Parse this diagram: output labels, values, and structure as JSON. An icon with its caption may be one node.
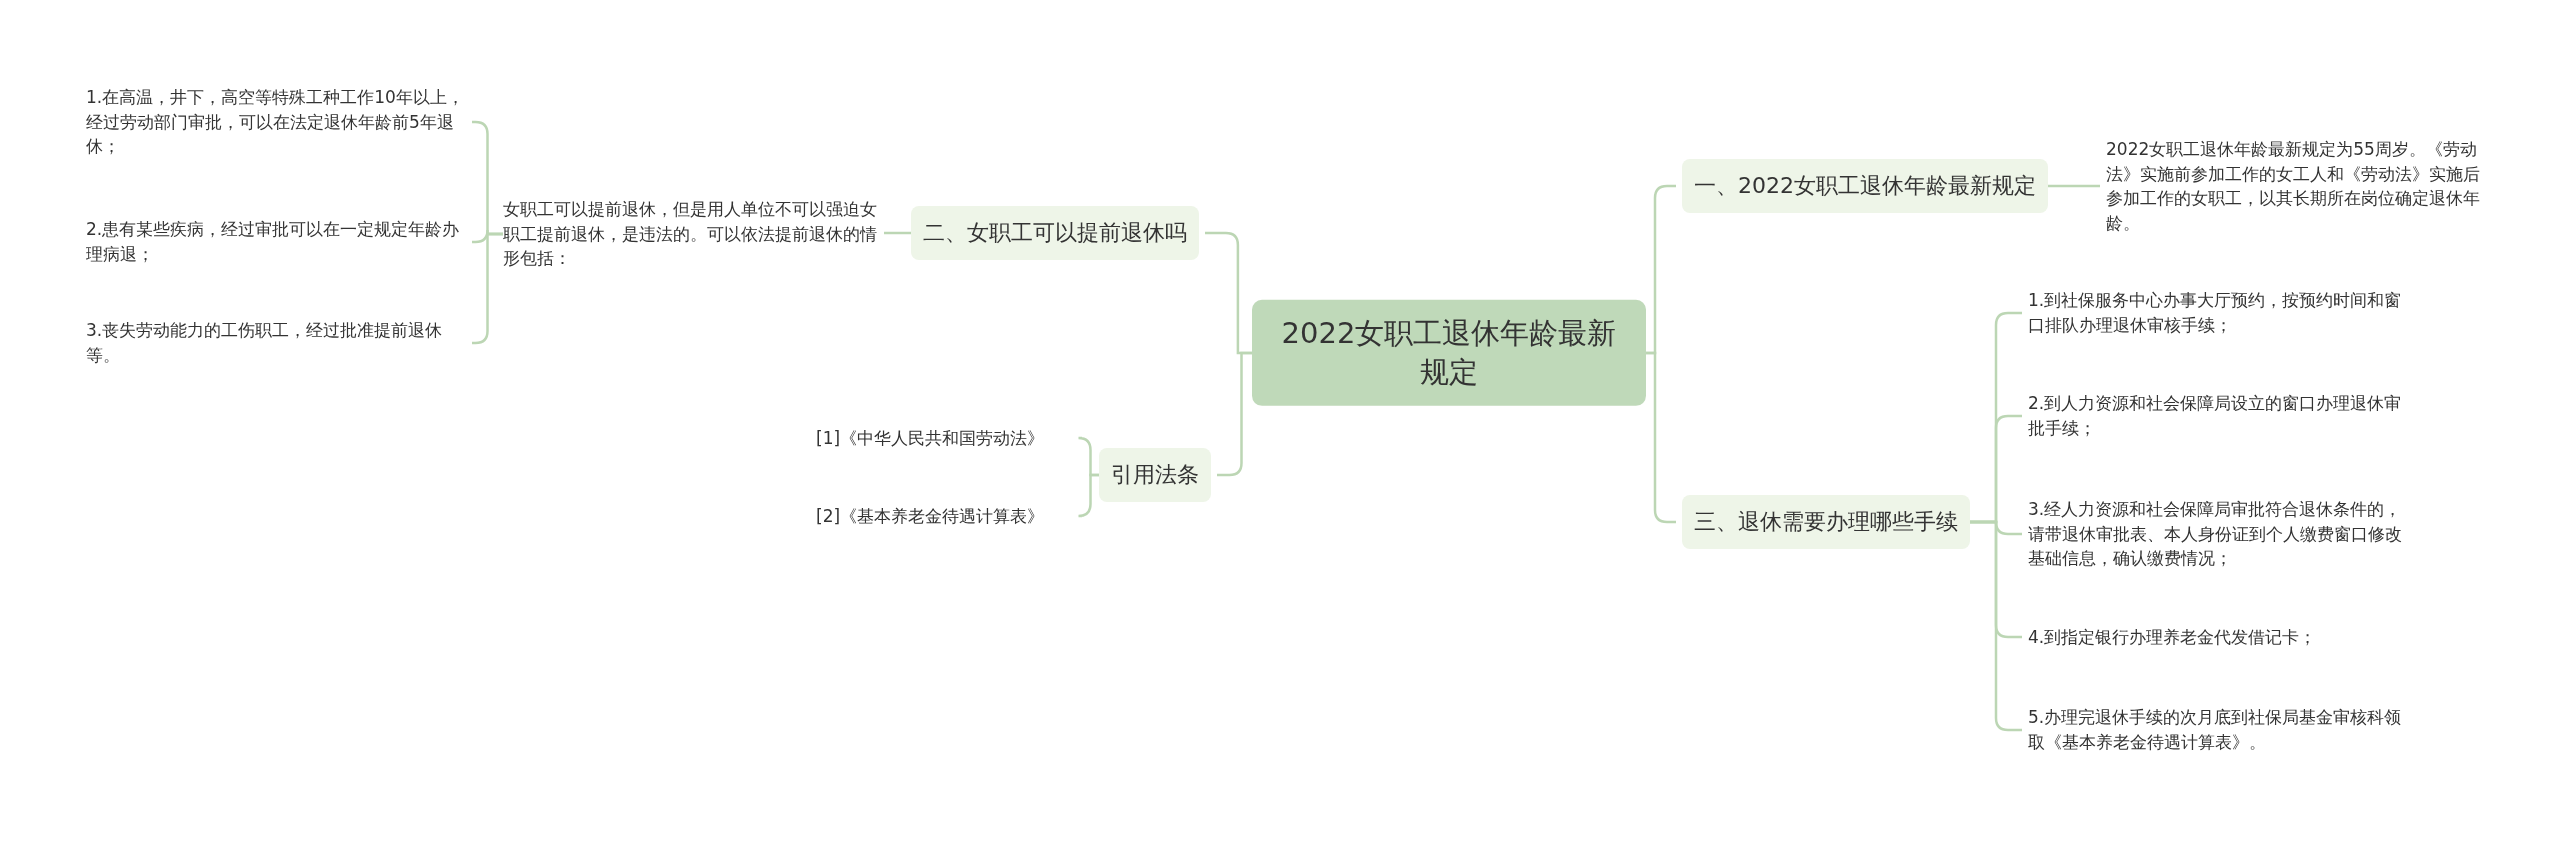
{
  "diagram": {
    "nodes": [
      {
        "text": [
          "2022女职工退休年龄最新规定"
        ]
      },
      {
        "text": [
          "一、2022女职工退休年龄最新规定"
        ]
      },
      {
        "text": [
          "2022女职工退休年龄最新规定为55周岁。《劳动法》实施前参加工作的女工人和《劳动法》实施后参加工作的女职工，以其长期所在岗位确定退休年龄。"
        ]
      },
      {
        "text": [
          "三、退休需要办理哪些手续"
        ]
      },
      {
        "text": [
          "1.到社保服务中心办事大厅预约，按预约时间和窗口排队办理退休审核手续；"
        ]
      },
      {
        "text": [
          "2.到人力资源和社会保障局设立的窗口办理退休审批手续；"
        ]
      },
      {
        "text": [
          "3.经人力资源和社会保障局审批符合退休条件的，请带退休审批表、本人身份证到个人缴费窗口修改基础信息，确认缴费情况；"
        ]
      },
      {
        "text": [
          "4.到指定银行办理养老金代发借记卡；"
        ]
      },
      {
        "text": [
          "5.办理完退休手续的次月底到社保局基金审核科领取《基本养老金待遇计算表》。"
        ]
      },
      {
        "text": [
          "二、女职工可以提前退休吗"
        ]
      },
      {
        "text": [
          "女职工可以提前退休，但是用人单位不可以强迫女职工提前退休，是违法的。可以依法提前退休的情形包括："
        ]
      },
      {
        "text": [
          "1.在高温，井下，高空等特殊工种工作10年以上，经过劳动部门审批，可以在法定退休年龄前5年退休；"
        ]
      },
      {
        "text": [
          "2.患有某些疾病，经过审批可以在一定规定年龄办理病退；"
        ]
      },
      {
        "text": [
          "3.丧失劳动能力的工伤职工，经过批准提前退休等。"
        ]
      },
      {
        "text": [
          "引用法条"
        ]
      },
      {
        "text": [
          "[1]《中华人民共和国劳动法》"
        ]
      },
      {
        "text": [
          "[2]《基本养老金待遇计算表》"
        ]
      }
    ],
    "edges": [
      {
        "from": 0,
        "to": 1,
        "arrow": "none"
      },
      {
        "from": 1,
        "to": 2,
        "arrow": "none"
      },
      {
        "from": 0,
        "to": 3,
        "arrow": "none"
      },
      {
        "from": 3,
        "to": 4,
        "arrow": "none"
      },
      {
        "from": 3,
        "to": 5,
        "arrow": "none"
      },
      {
        "from": 3,
        "to": 6,
        "arrow": "none"
      },
      {
        "from": 3,
        "to": 7,
        "arrow": "none"
      },
      {
        "from": 3,
        "to": 8,
        "arrow": "none"
      },
      {
        "from": 0,
        "to": 9,
        "arrow": "none"
      },
      {
        "from": 9,
        "to": 10,
        "arrow": "none"
      },
      {
        "from": 10,
        "to": 11,
        "arrow": "none"
      },
      {
        "from": 10,
        "to": 12,
        "arrow": "none"
      },
      {
        "from": 10,
        "to": 13,
        "arrow": "none"
      },
      {
        "from": 0,
        "to": 14,
        "arrow": "none"
      },
      {
        "from": 14,
        "to": 15,
        "arrow": "none"
      },
      {
        "from": 14,
        "to": 16,
        "arrow": "none"
      }
    ]
  }
}
